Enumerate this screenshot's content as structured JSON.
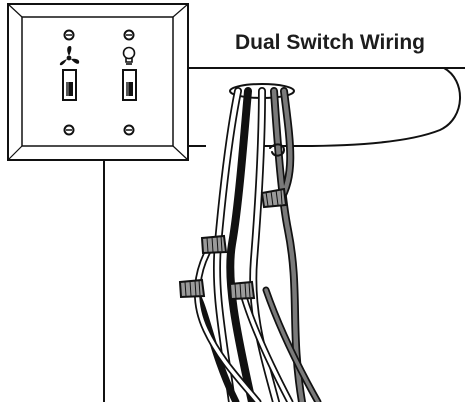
{
  "diagram": {
    "title": "Dual Switch Wiring"
  },
  "switch_plate": {
    "left_switch_icon": "fan-icon",
    "right_switch_icon": "light-bulb-icon",
    "screw_count": 4
  },
  "wires": {
    "colors": {
      "black": "#111111",
      "white": "#ffffff",
      "gray": "#7a7a7a",
      "outline": "#111111"
    },
    "wire_nut_count": 4
  }
}
